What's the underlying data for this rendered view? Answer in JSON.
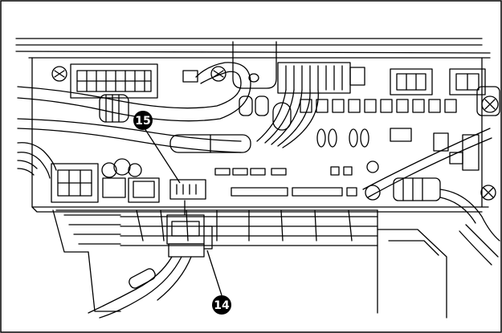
{
  "callouts": [
    {
      "id": "callout-15",
      "label": "15"
    },
    {
      "id": "callout-14",
      "label": "14"
    }
  ]
}
